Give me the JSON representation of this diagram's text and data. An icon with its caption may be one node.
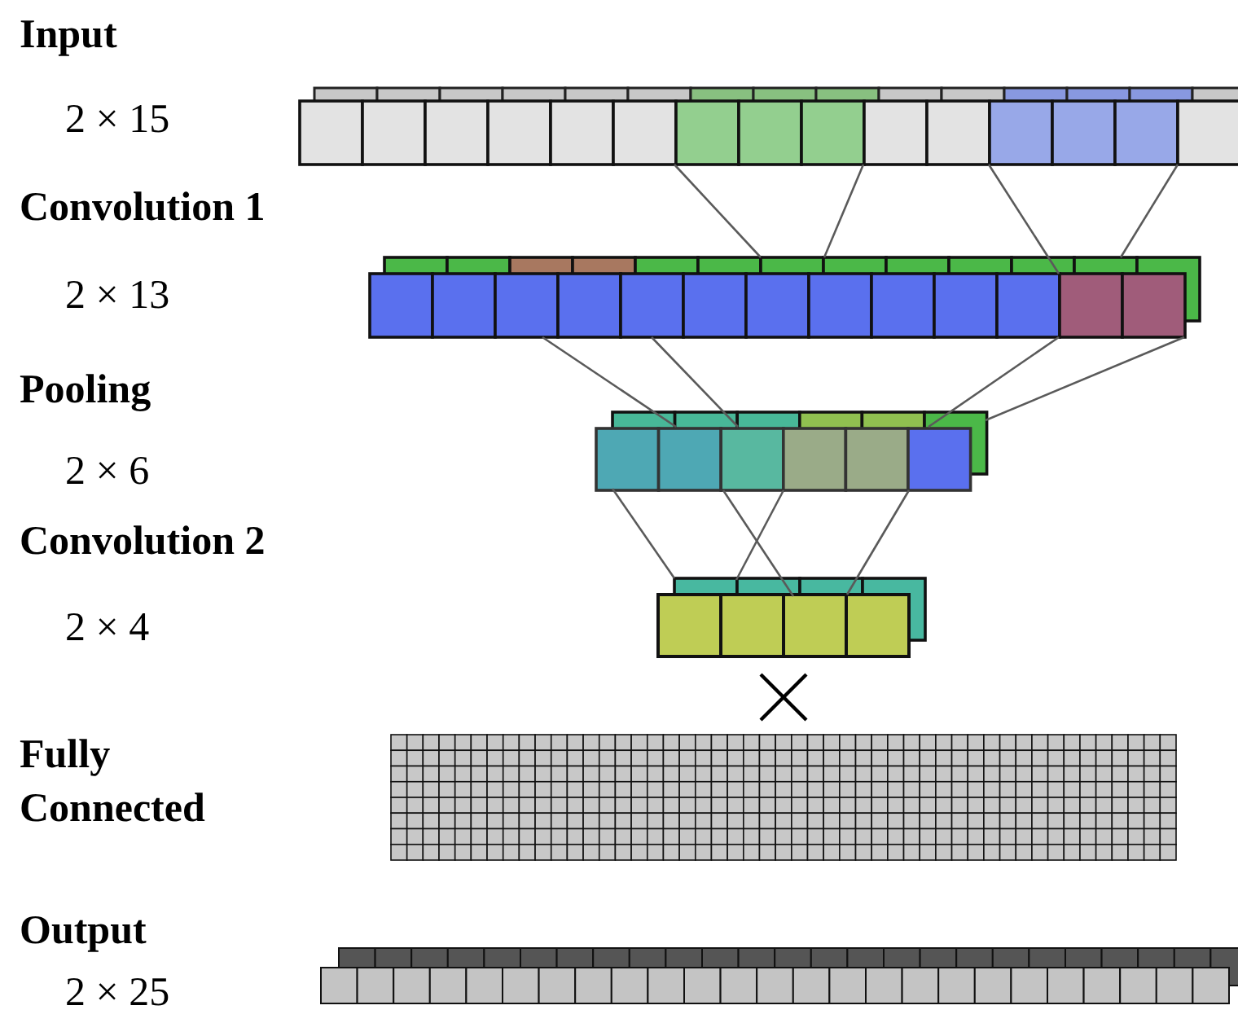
{
  "diagram": {
    "labels": [
      "Input",
      "2 × 15",
      "Convolution 1",
      "2 × 13",
      "Pooling",
      "2 × 6",
      "Convolution 2",
      "2 × 4",
      "Fully Connected",
      "Output",
      "2 × 25"
    ]
  }
}
